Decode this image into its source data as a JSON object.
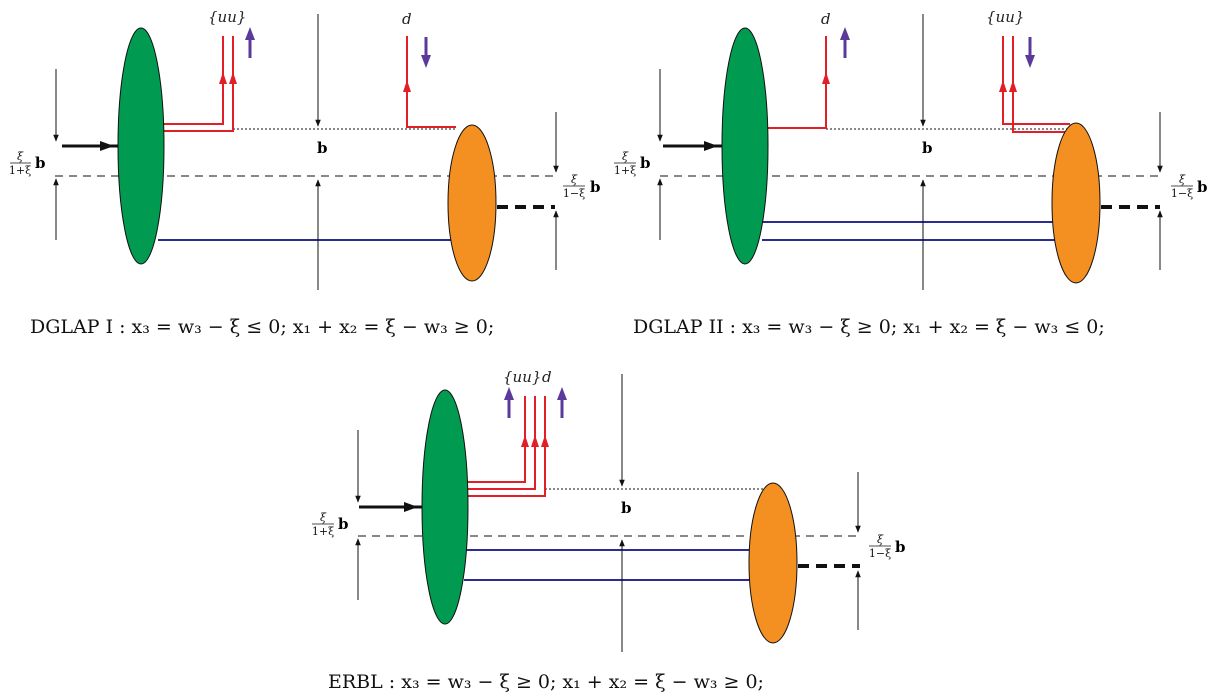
{
  "colors": {
    "green": "#009a50",
    "orange": "#f39021",
    "red": "#e41e26",
    "blue": "#2b2b92",
    "purple": "#5b3a9c",
    "black": "#111111"
  },
  "labels": {
    "uu": "{uu}",
    "d": "d",
    "b": "b",
    "xi": "ξ",
    "one_plus_xi": "1+ξ",
    "one_minus_xi": "1−ξ"
  },
  "captions": {
    "dglap1": "DGLAP I :  x₃ = w₃ − ξ ≤ 0;    x₁ + x₂ = ξ − w₃ ≥ 0;",
    "dglap2": "DGLAP II :  x₃ = w₃ − ξ ≥ 0;    x₁ + x₂ = ξ − w₃ ≤ 0;",
    "erbl": "ERBL :  x₃ = w₃ − ξ ≥ 0;    x₁ + x₂ = ξ − w₃ ≥ 0;"
  }
}
